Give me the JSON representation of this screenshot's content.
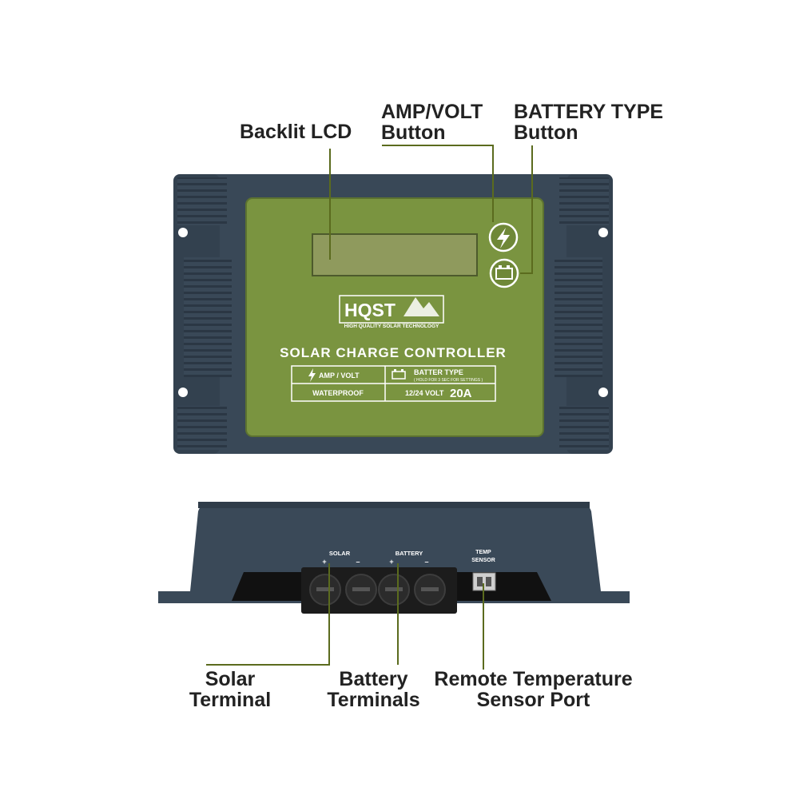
{
  "callouts": {
    "backlit_lcd": "Backlit LCD",
    "amp_volt_button": [
      "AMP/VOLT",
      "Button"
    ],
    "battery_type_button": [
      "BATTERY TYPE",
      "Button"
    ],
    "solar_terminal": [
      "Solar",
      "Terminal"
    ],
    "battery_terminals": [
      "Battery",
      "Terminals"
    ],
    "remote_temp_port": [
      "Remote Temperature",
      "Sensor Port"
    ]
  },
  "device": {
    "brand": "HQST",
    "brand_tagline": "HIGH QUALITY SOLAR TECHNOLOGY",
    "product_title": "SOLAR CHARGE CONTROLLER",
    "spec_amp_volt": "AMP / VOLT",
    "spec_batter_type": "BATTER TYPE",
    "spec_batter_type_hint": "( HOLD FOR 3 SEC FOR SETTINGS )",
    "spec_waterproof": "WATERPROOF",
    "spec_voltage": "12/24 VOLT",
    "spec_current": "20A"
  },
  "side_view": {
    "solar_label": "SOLAR",
    "battery_label": "BATTERY",
    "temp_label": [
      "TEMP",
      "SENSOR"
    ],
    "plus": "+",
    "minus": "–"
  },
  "colors": {
    "housing": "#394857",
    "housing_dark": "#2b3744",
    "panel_green": "#7a9440",
    "lcd": "#8f9a5d",
    "leader_line": "#5b6b1e",
    "label_text": "#222222"
  },
  "icons": {
    "amp_volt_button": "lightning-icon",
    "battery_type_button": "battery-icon"
  }
}
